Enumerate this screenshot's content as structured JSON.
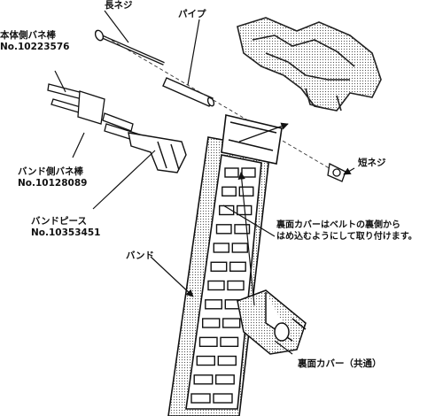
{
  "labels": {
    "long_screw": "長ネジ",
    "pipe": "パイプ",
    "body_spring_bar": "本体側バネ棒",
    "body_spring_bar_no": "No.10223576",
    "band_spring_bar": "バンド側バネ棒",
    "band_spring_bar_no": "No.10128089",
    "short_screw": "短ネジ",
    "band_piece": "バンドピース",
    "band_piece_no": "No.10353451",
    "back_cover_note_line1": "裏面カバーはベルトの裏側から",
    "back_cover_note_line2": "はめ込むようにして取り付けます。",
    "band": "バンド",
    "back_cover": "裏面カバー（共通）"
  },
  "colors": {
    "ink": "#111111",
    "paper": "#ffffff"
  }
}
